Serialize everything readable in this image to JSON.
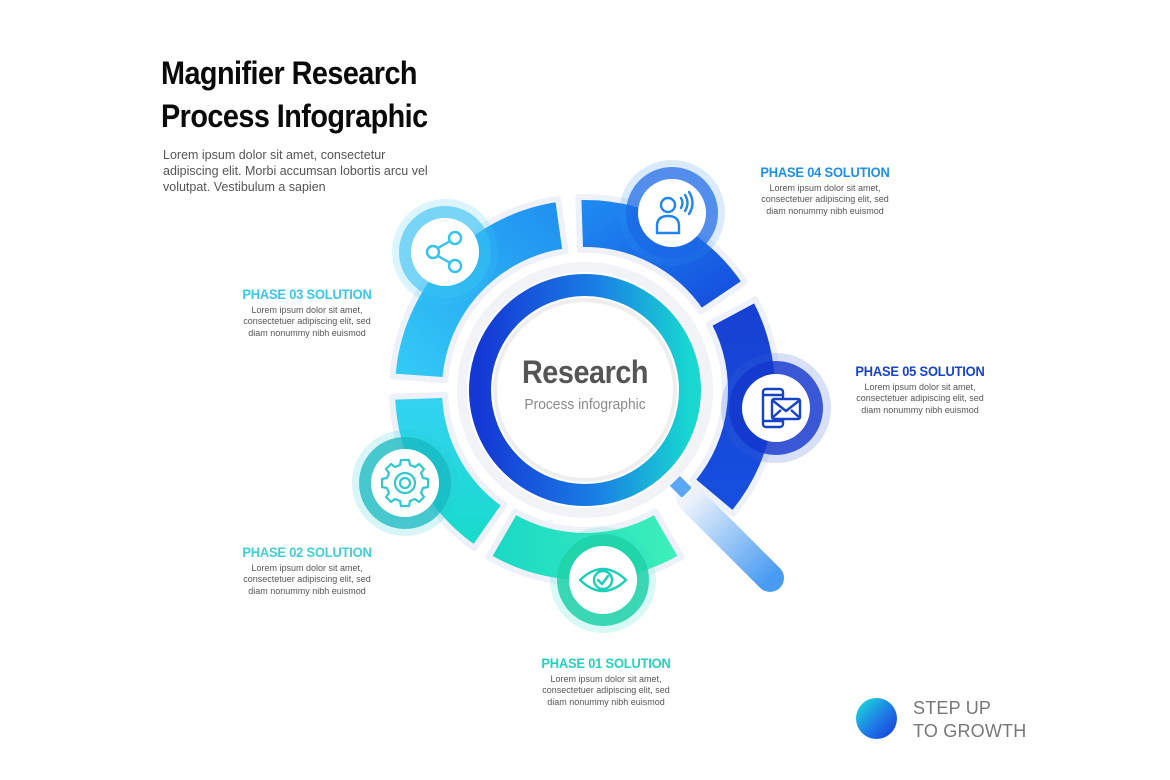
{
  "header": {
    "title_line1": "Magnifier Research",
    "title_line2": "Process Infographic",
    "intro": "Lorem ipsum dolor sit amet, consectetur adipiscing elit. Morbi accumsan lobortis arcu vel volutpat. Vestibulum a sapien"
  },
  "center": {
    "title": "Research",
    "subtitle": "Process infographic"
  },
  "phases": [
    {
      "label": "PHASE 01 SOLUTION",
      "text": "Lorem ipsum dolor sit amet,\nconsectetuer adipiscing elit, sed\ndiam nonummy nibh euismod",
      "color": "#22d3c0",
      "icon": "eye-check-icon"
    },
    {
      "label": "PHASE 02 SOLUTION",
      "text": "Lorem ipsum dolor sit amet,\nconsectetuer adipiscing elit, sed\ndiam nonummy nibh euismod",
      "color": "#3fd0d6",
      "icon": "gear-icon"
    },
    {
      "label": "PHASE 03 SOLUTION",
      "text": "Lorem ipsum dolor sit amet,\nconsectetuer adipiscing elit, sed\ndiam nonummy nibh euismod",
      "color": "#38c8ee",
      "icon": "share-icon"
    },
    {
      "label": "PHASE 04 SOLUTION",
      "text": "Lorem ipsum dolor sit amet,\nconsectetuer adipiscing elit, sed\ndiam nonummy nibh euismod",
      "color": "#1e90e8",
      "icon": "user-voice-icon"
    },
    {
      "label": "PHASE 05 SOLUTION",
      "text": "Lorem ipsum dolor sit amet,\nconsectetuer adipiscing elit, sed\ndiam nonummy nibh euismod",
      "color": "#1743c8",
      "icon": "mobile-mail-icon"
    }
  ],
  "brand": {
    "line1": "STEP UP",
    "line2": "TO GROWTH"
  },
  "colors": {
    "dark_blue": "#1438d4",
    "blue": "#1f86f0",
    "cyan": "#2fd0ee",
    "teal": "#18dcc8",
    "green": "#2ee8b4",
    "text_gray": "#555555"
  }
}
